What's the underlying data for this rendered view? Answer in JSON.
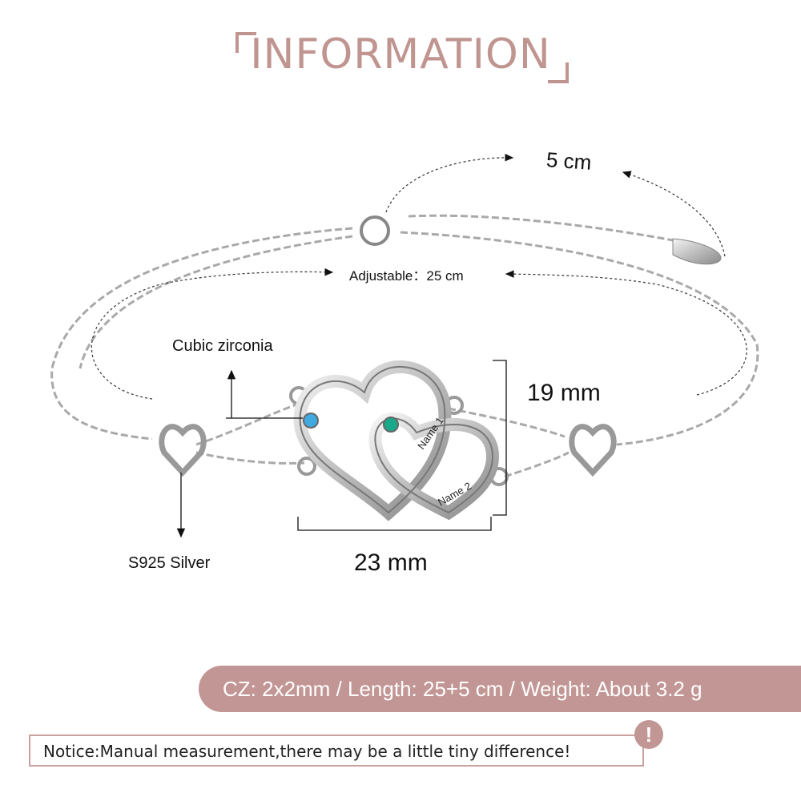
{
  "header": {
    "title": "INFORMATION"
  },
  "dimensions": {
    "extender": "5 cm",
    "adjustable": "Adjustable：25 cm",
    "height": "19 mm",
    "width": "23 mm"
  },
  "callouts": {
    "stone": "Cubic zirconia",
    "material": "S925  Silver",
    "engraving_1": "Name 1",
    "engraving_2": "Name 2"
  },
  "specs": {
    "text": "CZ: 2x2mm / Length: 25+5 cm / Weight: About 3.2 g"
  },
  "notice": {
    "text": "Notice:Manual measurement,there may be a little tiny difference!",
    "icon": "!"
  },
  "colors": {
    "accent": "#c29694",
    "stone_blue": "#3fa9e0",
    "stone_green": "#1aa88a",
    "silver": "#9a9a9a"
  }
}
